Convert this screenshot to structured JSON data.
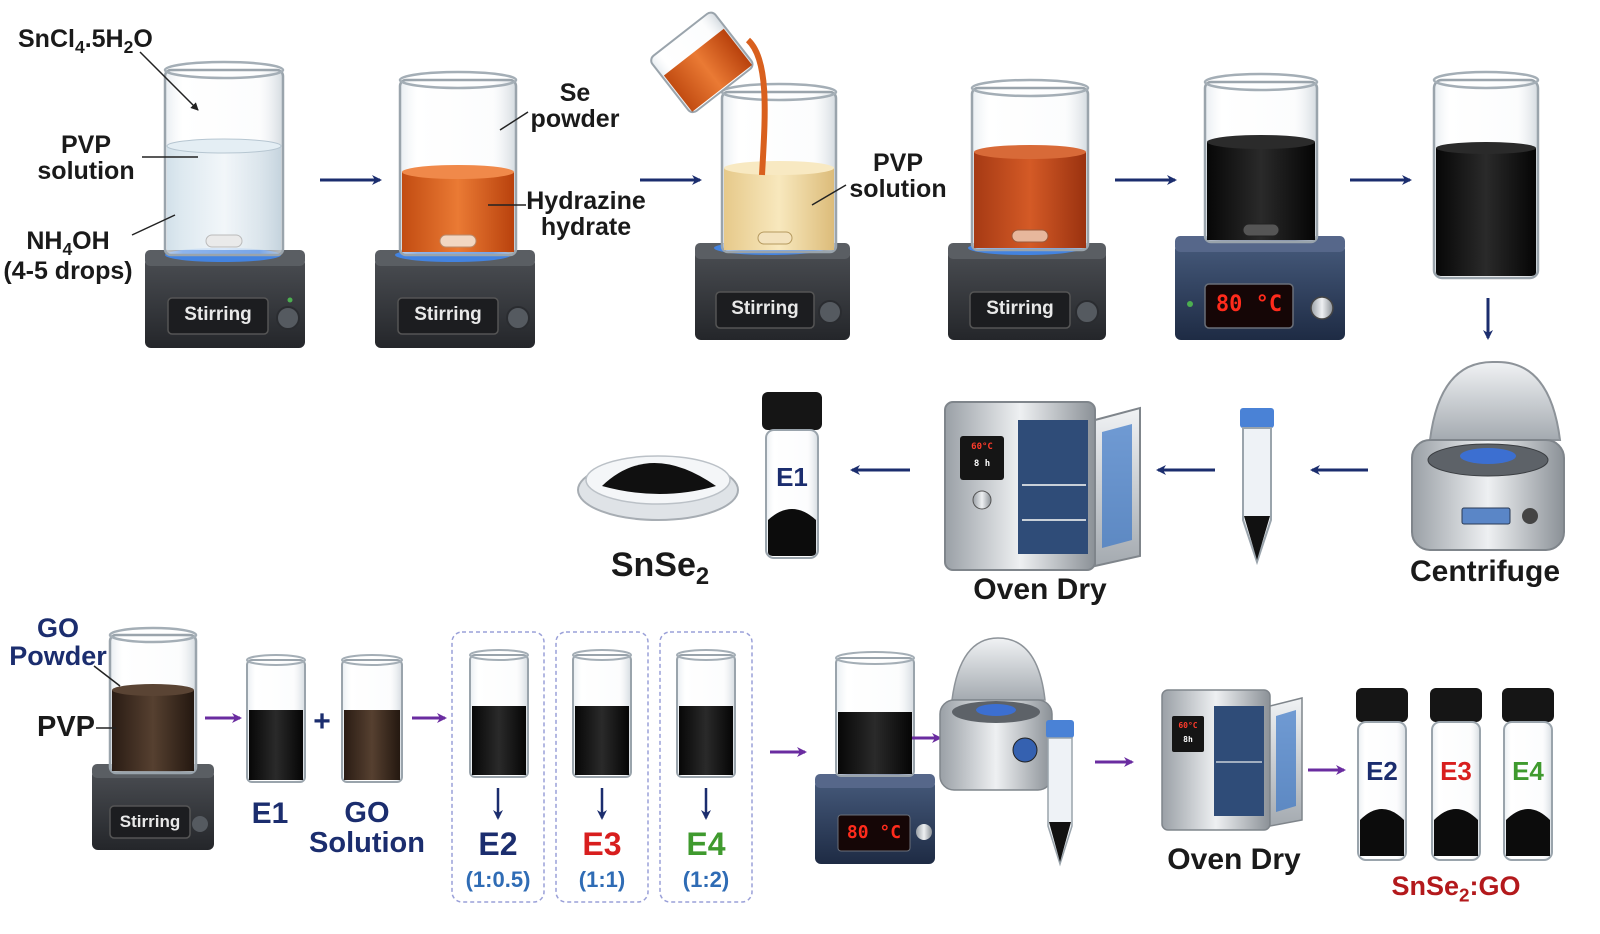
{
  "colors": {
    "arrow_blue": "#1b2d6e",
    "arrow_purple": "#6a2ca0",
    "orange_solution": "#d9601e",
    "yellow_solution": "#f1dba2",
    "black_solution": "#141414",
    "brown_solution": "#3b2b20",
    "display_red": "#ff2b1c",
    "e2_color": "#1b2d6e",
    "e3_color": "#d81e1e",
    "e4_color": "#3f9a2e",
    "product_color": "#b3191c"
  },
  "row1": {
    "reagent_sn_formula": "SnCl4.5H2O",
    "pvp_line1": "PVP",
    "pvp_line2": "solution",
    "nh4oh_line1": "NH4OH",
    "nh4oh_line2": "(4-5 drops)",
    "se_line1": "Se",
    "se_line2": "powder",
    "hydrazine_line1": "Hydrazine",
    "hydrazine_line2": "hydrate",
    "pvp2_line1": "PVP",
    "pvp2_line2": "solution",
    "stirring": "Stirring",
    "temperature": "80 °C"
  },
  "row2": {
    "centrifuge": "Centrifuge",
    "oven_dry": "Oven Dry",
    "oven_display_temp": "60°C",
    "oven_display_time": "8 h",
    "vial_label": "E1",
    "product": "SnSe2"
  },
  "row3": {
    "go_line1": "GO",
    "go_line2": "Powder",
    "pvp": "PVP",
    "stirring": "Stirring",
    "e1": "E1",
    "plus": "+",
    "go_solution_line1": "GO",
    "go_solution_line2": "Solution",
    "samples": [
      {
        "name": "E2",
        "ratio": "(1:0.5)"
      },
      {
        "name": "E3",
        "ratio": "(1:1)"
      },
      {
        "name": "E4",
        "ratio": "(1:2)"
      }
    ],
    "temperature": "80 °C",
    "oven_dry": "Oven Dry",
    "oven_display_temp": "60°C",
    "oven_display_time": "8h",
    "product": "SnSe2:GO"
  }
}
